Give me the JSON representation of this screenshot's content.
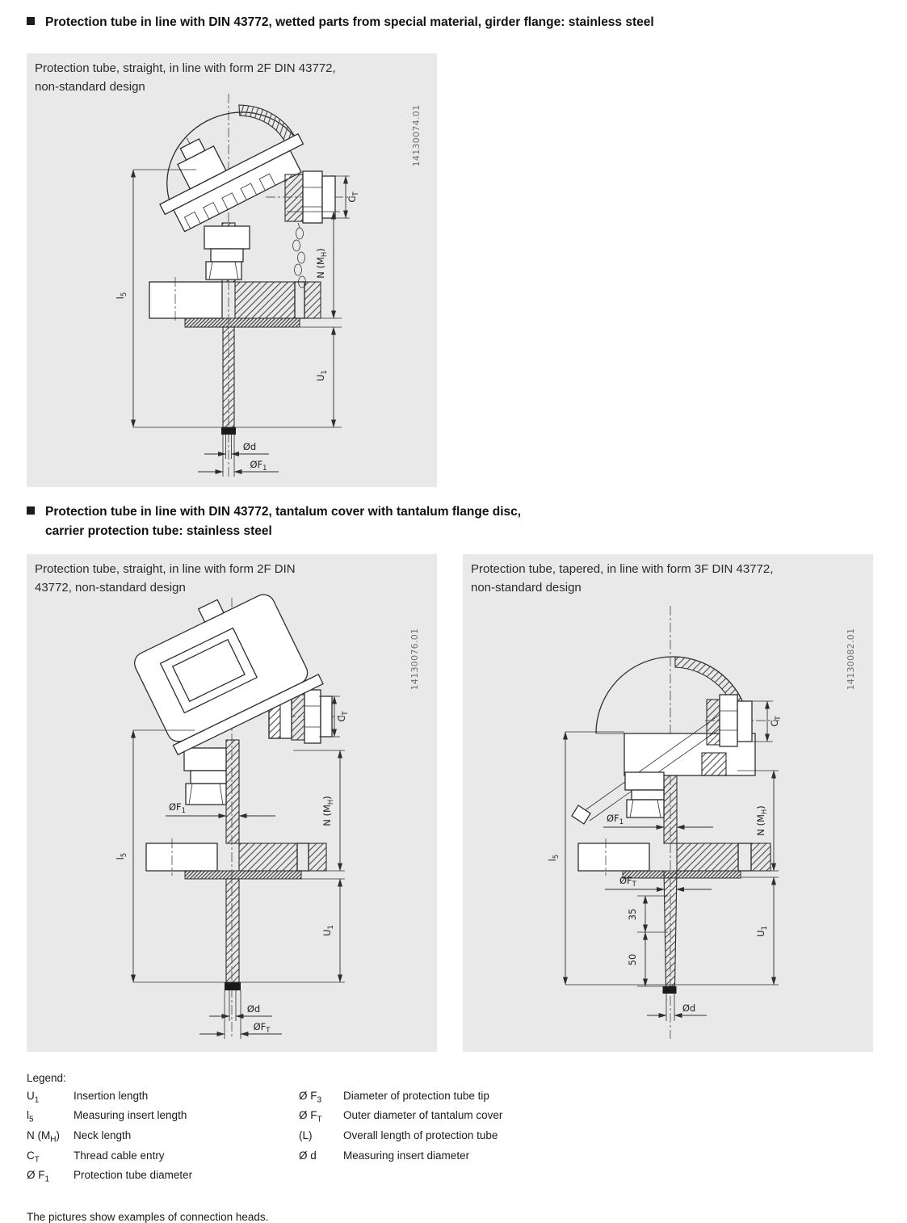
{
  "page": {
    "sections": [
      {
        "title": "Protection tube in line with DIN 43772, wetted parts from special material, girder flange: stainless steel",
        "title_line2": ""
      },
      {
        "title": "Protection tube in line with DIN 43772, tantalum cover with tantalum flange disc,",
        "title_line2": "carrier protection tube: stainless steel"
      }
    ],
    "footer_note": "The pictures show examples of connection heads."
  },
  "figures": [
    {
      "title_line1": "Protection tube, straight, in line with form 2F DIN 43772,",
      "title_line2": "non-standard design",
      "image_id": "14130074.01"
    },
    {
      "title_line1": "Protection tube, straight, in line with form 2F DIN",
      "title_line2": "43772, non-standard design",
      "image_id": "14130076.01"
    },
    {
      "title_line1": "Protection tube, tapered, in line with form 3F DIN 43772,",
      "title_line2": "non-standard design",
      "image_id": "14130082.01"
    }
  ],
  "dims": {
    "ct": {
      "pre": "C",
      "sub": "T"
    },
    "n": {
      "pre": "N (M",
      "sub": "H",
      "post": ")"
    },
    "l5": {
      "pre": "l",
      "sub": "5"
    },
    "u1": {
      "pre": "U",
      "sub": "1"
    },
    "d": {
      "pre": "Ød"
    },
    "f1": {
      "pre": "ØF",
      "sub": "1"
    },
    "ft": {
      "pre": "ØF",
      "sub": "T"
    },
    "n35": "35",
    "n50": "50"
  },
  "legend": {
    "heading": "Legend:",
    "left": [
      {
        "pre": "U",
        "sub": "1",
        "desc": "Insertion length"
      },
      {
        "pre": "l",
        "sub": "5",
        "desc": "Measuring insert length"
      },
      {
        "pre": "N (M",
        "sub": "H",
        "post": ")",
        "desc": "Neck length"
      },
      {
        "pre": "C",
        "sub": "T",
        "desc": "Thread cable entry"
      },
      {
        "pre": "Ø F",
        "sub": "1",
        "desc": "Protection tube diameter"
      }
    ],
    "right": [
      {
        "pre": "Ø F",
        "sub": "3",
        "desc": "Diameter of protection tube tip"
      },
      {
        "pre": "Ø F",
        "sub": "T",
        "desc": "Outer diameter of tantalum cover"
      },
      {
        "pre": "(L)",
        "desc": "Overall length of protection tube"
      },
      {
        "pre": "Ø d",
        "desc": "Measuring insert diameter"
      }
    ]
  },
  "colors": {
    "box_bg": "#e9e9ea",
    "line": "#2e2e2e",
    "id_text": "#6d7077",
    "text": "#161616"
  }
}
